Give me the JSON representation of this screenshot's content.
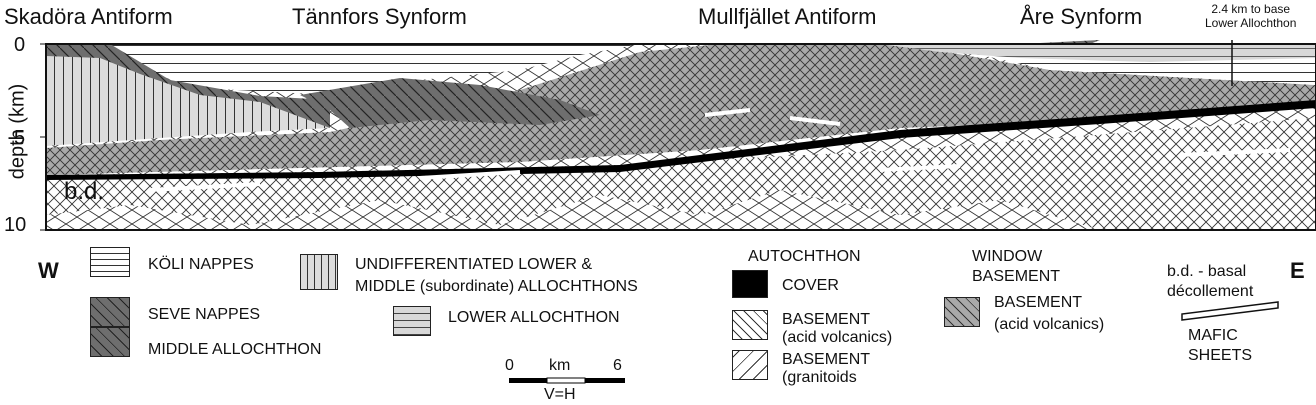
{
  "titles": {
    "t1": "Skadöra Antiform",
    "t2": "Tännfors Synform",
    "t3": "Mullfjället Antiform",
    "t4": "Åre Synform"
  },
  "note": {
    "line1": "2.4 km to base",
    "line2": "Lower Allochthon"
  },
  "axis": {
    "label": "depth  (km)",
    "ticks": [
      "0",
      "5",
      "10"
    ],
    "bd": "b.d."
  },
  "direction": {
    "west": "W",
    "east": "E"
  },
  "legend": {
    "koli": "KÖLI NAPPES",
    "seve": "SEVE NAPPES",
    "middle": "MIDDLE ALLOCHTHON",
    "undiff1": "UNDIFFERENTIATED LOWER &",
    "undiff2": "MIDDLE (subordinate)  ALLOCHTHONS",
    "lower": "LOWER ALLOCHTHON",
    "autochthon": "AUTOCHTHON",
    "cover": "COVER",
    "basement_acid1": "BASEMENT",
    "basement_acid2": "(acid volcanics)",
    "basement_gran1": "BASEMENT",
    "basement_gran2": "(granitoids",
    "window1": "WINDOW",
    "window2": "BASEMENT",
    "window_basement1": "BASEMENT",
    "window_basement2": "(acid volcanics)",
    "bd1": "b.d. - basal",
    "bd2": "décollement",
    "mafic1": "MAFIC",
    "mafic2": "SHEETS"
  },
  "scale": {
    "zero": "0",
    "unit": "km",
    "max": "6",
    "note": "V=H"
  },
  "colors": {
    "seve": "#6e6e6e",
    "light": "#dcdcdc",
    "window": "#a9a9a9",
    "cover": "#000000"
  }
}
